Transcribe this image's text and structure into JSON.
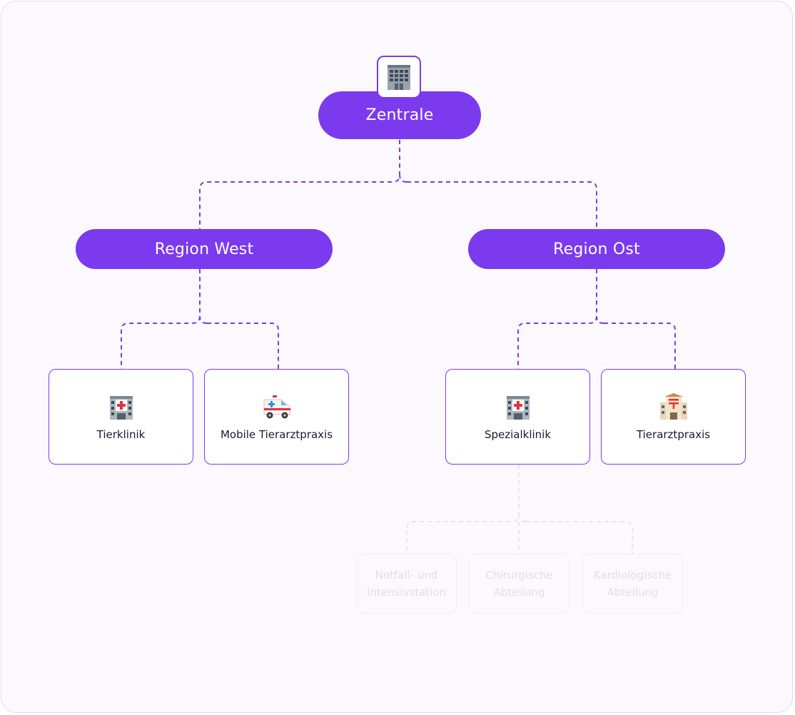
{
  "root": {
    "label": "Zentrale",
    "icon": "office-building-icon"
  },
  "regions": [
    {
      "label": "Region West"
    },
    {
      "label": "Region Ost"
    }
  ],
  "units": [
    {
      "label": "Tierklinik",
      "icon": "hospital-icon"
    },
    {
      "label": "Mobile Tierarztpraxis",
      "icon": "ambulance-icon"
    },
    {
      "label": "Spezialklinik",
      "icon": "hospital-icon"
    },
    {
      "label": "Tierarztpraxis",
      "icon": "japanese-post-office-icon"
    }
  ],
  "departments": [
    {
      "label": "Notfall- und\nIntensivstation"
    },
    {
      "label": "Chirurgische\nAbteilung"
    },
    {
      "label": "Kardiologische\nAbteilung"
    }
  ],
  "colors": {
    "accent": "#7b3aed",
    "connector": "#7b3aed",
    "faded": "#e2dde5",
    "background": "#fcf9fe",
    "border": "#e6d5f7"
  }
}
